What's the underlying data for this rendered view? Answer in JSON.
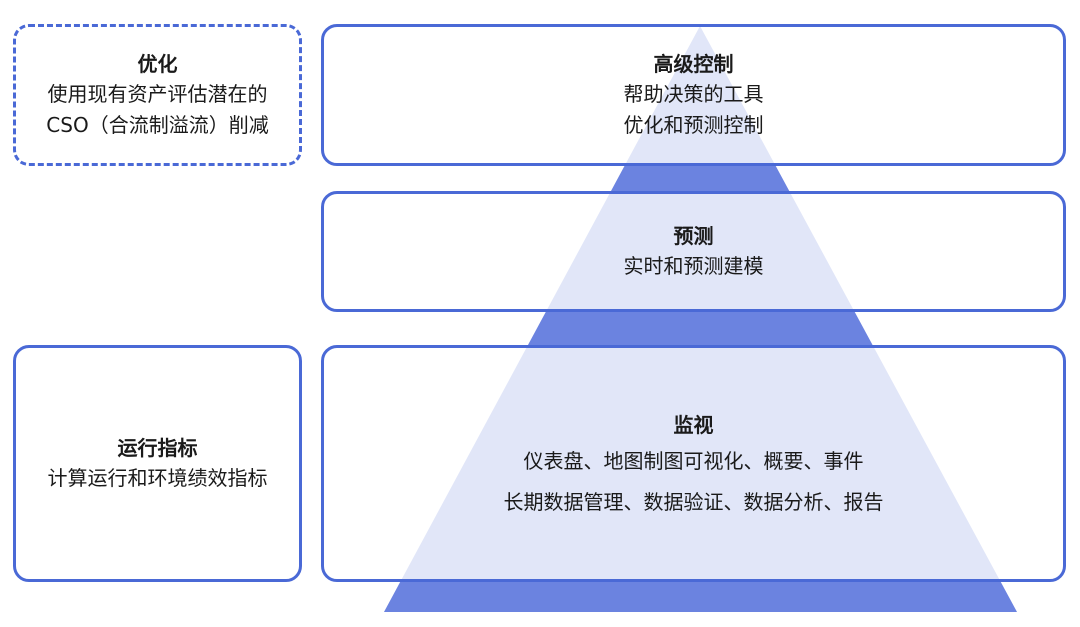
{
  "colors": {
    "border": "#4a69d6",
    "pyramid_light": "#e1e6f8",
    "pyramid_dark": "#6b83e0"
  },
  "optimize": {
    "title": "优化",
    "lines": [
      "使用现有资产评估潜在的",
      "CSO（合流制溢流）削减"
    ]
  },
  "advanced_control": {
    "title": "高级控制",
    "lines": [
      "帮助决策的工具",
      "优化和预测控制"
    ]
  },
  "forecast": {
    "title": "预测",
    "lines": [
      "实时和预测建模"
    ]
  },
  "operational_metrics": {
    "title": "运行指标",
    "lines": [
      "计算运行和环境绩效指标"
    ]
  },
  "monitoring": {
    "title": "监视",
    "lines": [
      "仪表盘、地图制图可视化、概要、事件",
      "长期数据管理、数据验证、数据分析、报告"
    ]
  }
}
